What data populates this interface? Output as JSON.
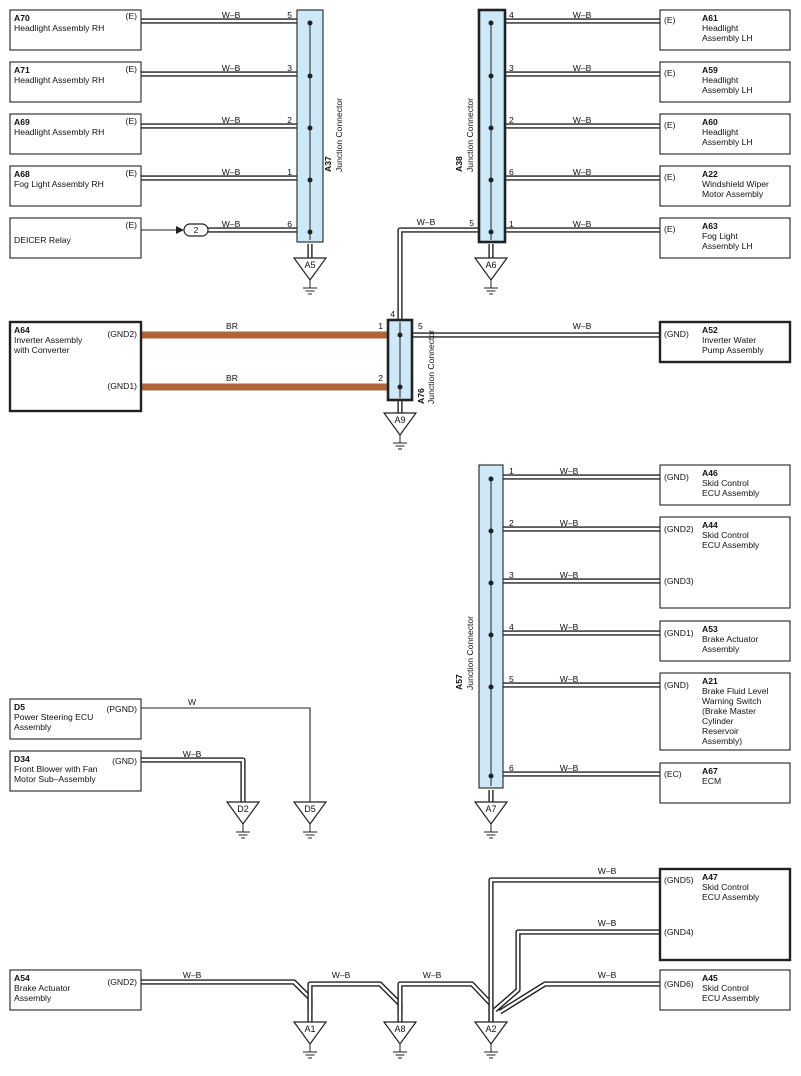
{
  "components": [
    {
      "id": "A70",
      "lines": [
        "Headlight Assembly RH"
      ],
      "pin": "(E)",
      "wire": "W–B",
      "jpin": "5"
    },
    {
      "id": "A71",
      "lines": [
        "Headlight Assembly RH"
      ],
      "pin": "(E)",
      "wire": "W–B",
      "jpin": "3"
    },
    {
      "id": "A69",
      "lines": [
        "Headlight Assembly RH"
      ],
      "pin": "(E)",
      "wire": "W–B",
      "jpin": "2"
    },
    {
      "id": "A68",
      "lines": [
        "Fog Light Assembly RH"
      ],
      "pin": "(E)",
      "wire": "W–B",
      "jpin": "1"
    },
    {
      "id": "",
      "lines": [
        "DEICER Relay"
      ],
      "pin": "(E)",
      "wire": "W–B",
      "jpin": "6",
      "splice": "2"
    },
    {
      "id": "A61",
      "lines": [
        "Headlight",
        "Assembly LH"
      ],
      "pin": "(E)",
      "wire": "W–B",
      "jpin": "4"
    },
    {
      "id": "A59",
      "lines": [
        "Headlight",
        "Assembly LH"
      ],
      "pin": "(E)",
      "wire": "W–B",
      "jpin": "3"
    },
    {
      "id": "A60",
      "lines": [
        "Headlight",
        "Assembly LH"
      ],
      "pin": "(E)",
      "wire": "W–B",
      "jpin": "2"
    },
    {
      "id": "A22",
      "lines": [
        "Windshield Wiper",
        "Motor Assembly"
      ],
      "pin": "(E)",
      "wire": "W–B",
      "jpin": "6"
    },
    {
      "id": "A63",
      "lines": [
        "Fog Light",
        "Assembly LH"
      ],
      "pin": "(E)",
      "wire": "W–B",
      "jpin": "1"
    },
    {
      "id": "A64",
      "lines": [
        "Inverter Assembly",
        "with Converter"
      ],
      "pin": "(GND2)",
      "pin2": "(GND1)",
      "wire": "BR",
      "jpin": "1",
      "jpin2": "2"
    },
    {
      "id": "A52",
      "lines": [
        "Inverter Water",
        "Pump Assembly"
      ],
      "pin": "(GND)",
      "wire": "W–B",
      "jpin": "5"
    },
    {
      "id": "A46",
      "lines": [
        "Skid Control",
        "ECU Assembly"
      ],
      "pin": "(GND)",
      "wire": "W–B",
      "jpin": "1"
    },
    {
      "id": "A44",
      "lines": [
        "Skid Control",
        "ECU Assembly"
      ],
      "pin": "(GND2)",
      "pin2": "(GND3)",
      "wire": "W–B",
      "jpin": "2",
      "jpin2": "3"
    },
    {
      "id": "A53",
      "lines": [
        "Brake Actuator",
        "Assembly"
      ],
      "pin": "(GND1)",
      "wire": "W–B",
      "jpin": "4"
    },
    {
      "id": "A21",
      "lines": [
        "Brake Fluid Level",
        "Warning Switch",
        "(Brake Master",
        " Cylinder",
        " Reservoir",
        " Assembly)"
      ],
      "pin": "(GND)",
      "wire": "W–B",
      "jpin": "5"
    },
    {
      "id": "A67",
      "lines": [
        "ECM"
      ],
      "pin": "(EC)",
      "wire": "W–B",
      "jpin": "6"
    },
    {
      "id": "D5",
      "lines": [
        "Power Steering ECU",
        "Assembly"
      ],
      "pin": "(PGND)",
      "wire": "W"
    },
    {
      "id": "D34",
      "lines": [
        "Front Blower with Fan",
        "Motor Sub–Assembly"
      ],
      "pin": "(GND)",
      "wire": "W–B"
    },
    {
      "id": "A47",
      "lines": [
        "Skid Control",
        "ECU Assembly"
      ],
      "pin": "(GND5)",
      "pin2": "(GND4)",
      "wire": "W–B"
    },
    {
      "id": "A45",
      "lines": [
        "Skid Control",
        "ECU Assembly"
      ],
      "pin": "(GND6)",
      "wire": "W–B"
    },
    {
      "id": "A54",
      "lines": [
        "Brake Actuator",
        "Assembly"
      ],
      "pin": "(GND2)",
      "wire": "W–B"
    }
  ],
  "junctions": [
    {
      "id": "A37",
      "label": "Junction Connector"
    },
    {
      "id": "A38",
      "label": "Junction Connector"
    },
    {
      "id": "A76",
      "label": "Junction Connector"
    },
    {
      "id": "A57",
      "label": "Junction Connector"
    }
  ],
  "junction_extra_pins": {
    "A38_out": "5",
    "A76_in": "4"
  },
  "grounds": [
    "A5",
    "A6",
    "A9",
    "A7",
    "D2",
    "D5",
    "A1",
    "A8",
    "A2"
  ],
  "bus_wires": {
    "a38_to_a76": "W–B",
    "a54_to_a1": "W–B",
    "a1_to_a8": "W–B",
    "a8_to_a2": "W–B",
    "a47_gnd5": "W–B",
    "a47_gnd4": "W–B",
    "a45_gnd6": "W–B"
  },
  "colors": {
    "junction_fill": "#cde8f7",
    "br_wire": "#b0643a",
    "line": "#222222"
  }
}
